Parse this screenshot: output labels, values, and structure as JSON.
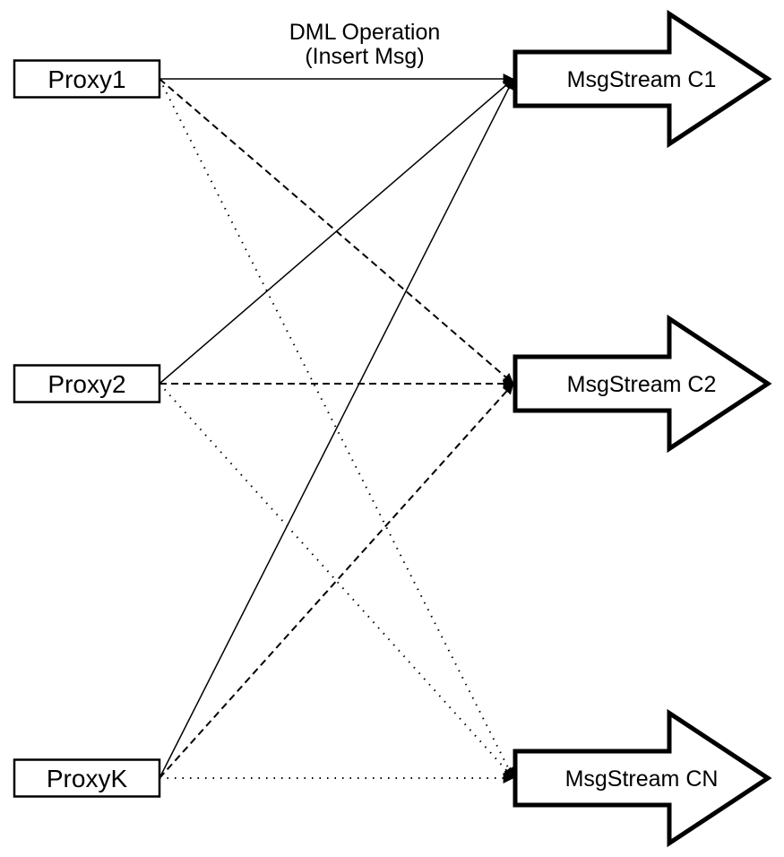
{
  "diagram": {
    "annotation": {
      "line1": "DML Operation",
      "line2": "(Insert Msg)"
    },
    "proxies": [
      {
        "label": "Proxy1"
      },
      {
        "label": "Proxy2"
      },
      {
        "label": "ProxyK"
      }
    ],
    "streams": [
      {
        "label": "MsgStream C1"
      },
      {
        "label": "MsgStream C2"
      },
      {
        "label": "MsgStream CN"
      }
    ],
    "edges": [
      {
        "from": "Proxy1",
        "to": "MsgStream C1",
        "style": "solid"
      },
      {
        "from": "Proxy2",
        "to": "MsgStream C1",
        "style": "solid"
      },
      {
        "from": "ProxyK",
        "to": "MsgStream C1",
        "style": "solid"
      },
      {
        "from": "Proxy1",
        "to": "MsgStream C2",
        "style": "dashed"
      },
      {
        "from": "Proxy2",
        "to": "MsgStream C2",
        "style": "dashed"
      },
      {
        "from": "ProxyK",
        "to": "MsgStream C2",
        "style": "dashed"
      },
      {
        "from": "Proxy1",
        "to": "MsgStream CN",
        "style": "dotted"
      },
      {
        "from": "Proxy2",
        "to": "MsgStream CN",
        "style": "dotted"
      },
      {
        "from": "ProxyK",
        "to": "MsgStream CN",
        "style": "dotted"
      }
    ],
    "colors": {
      "stroke": "#000000",
      "node_fill": "#ffffff",
      "background": "#ffffff"
    }
  }
}
